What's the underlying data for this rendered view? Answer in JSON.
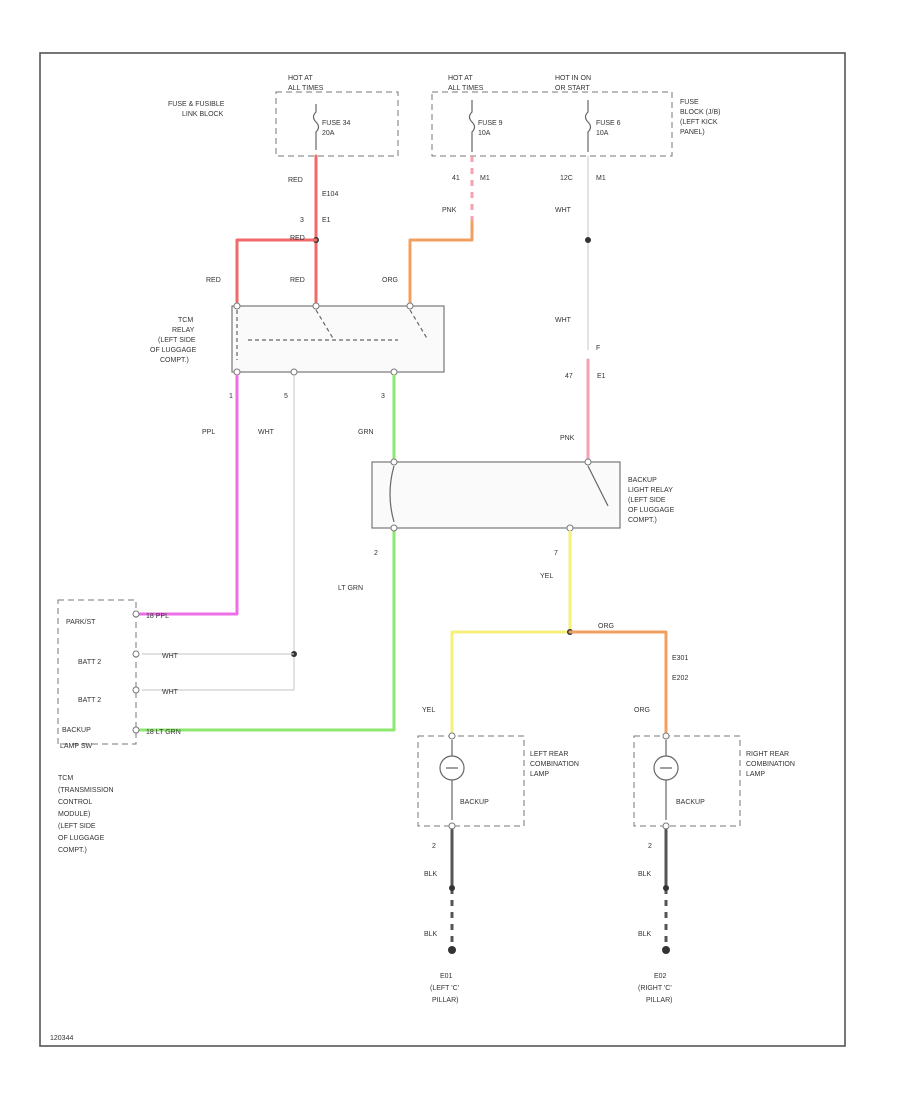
{
  "colors": {
    "red": "#f06a6a",
    "pink": "#f6a0b0",
    "orange": "#f0a060",
    "purple": "#ee6ee8",
    "green": "#8ee870",
    "yellow": "#f4f07a",
    "white_wire": "#d0d0d0",
    "black": "#333333"
  },
  "power": {
    "hot1_line1": "HOT AT",
    "hot1_line2": "ALL TIMES",
    "hot2_line1": "HOT AT",
    "hot2_line2": "ALL TIMES",
    "hot3_line1": "HOT IN ON",
    "hot3_line2": "OR START"
  },
  "fuse_block_left": {
    "name_line1": "FUSE & FUSIBLE",
    "name_line2": "LINK BLOCK",
    "fuse_line1": "FUSE 34",
    "fuse_line2": "20A"
  },
  "fuse_block_right": {
    "name_line1": "FUSE",
    "name_line2": "BLOCK (J/B)",
    "name_line3": "(LEFT KICK",
    "name_line4": "PANEL)",
    "fuse1_line1": "FUSE 9",
    "fuse1_line2": "10A",
    "fuse2_line1": "FUSE 6",
    "fuse2_line2": "10A"
  },
  "wires": {
    "red1": "RED",
    "connector1": "E104",
    "pin3_e1": "3",
    "e1": "E1",
    "red_top": "RED",
    "red_left": "RED",
    "red_mid": "RED",
    "org_top": "ORG",
    "pin41": "41",
    "m1": "M1",
    "pnk": "PNK",
    "pin12c": "12C",
    "m1b": "M1",
    "wht_top": "WHT",
    "wht_mid": "WHT",
    "pin_f": "F",
    "pin47": "47",
    "e1b": "E1",
    "pnk2": "PNK",
    "ppl": "PPL",
    "wht_relay": "WHT",
    "grn": "GRN",
    "pin1": "1",
    "pin5": "5",
    "pin3b": "3",
    "pin2": "2",
    "lt_grn": "LT GRN",
    "pin7": "7",
    "yel": "YEL",
    "org_mid": "ORG",
    "e301": "E301",
    "e202": "E202",
    "org_low": "ORG",
    "yel_low": "YEL",
    "pin_l2": "2",
    "pin_r2": "2",
    "blk1": "BLK",
    "blk2": "BLK",
    "blk3": "BLK",
    "blk4": "BLK",
    "tcm_ppl": "18 PPL",
    "tcm_wht1": "WHT",
    "tcm_wht2": "WHT",
    "tcm_ltgrn": "18 LT GRN"
  },
  "tcm_relay": {
    "line1": "TCM",
    "line2": "RELAY",
    "line3": "(LEFT SIDE",
    "line4": "OF LUGGAGE",
    "line5": "COMPT.)"
  },
  "backup_relay": {
    "line1": "BACKUP",
    "line2": "LIGHT RELAY",
    "line3": "(LEFT SIDE",
    "line4": "OF LUGGAGE",
    "line5": "COMPT.)"
  },
  "tcm_module": {
    "pin1": "PARK/ST",
    "pin2": "BATT 2",
    "pin3": "BATT 2",
    "pin4_line1": "BACKUP",
    "pin4_line2": "LAMP SW",
    "name_line1": "TCM",
    "name_line2": "(TRANSMISSION",
    "name_line3": "CONTROL",
    "name_line4": "MODULE)",
    "name_line5": "(LEFT SIDE",
    "name_line6": "OF LUGGAGE",
    "name_line7": "COMPT.)"
  },
  "lamps": {
    "left_line1": "LEFT REAR",
    "left_line2": "COMBINATION",
    "left_line3": "LAMP",
    "left_label": "BACKUP",
    "right_line1": "RIGHT REAR",
    "right_line2": "COMBINATION",
    "right_line3": "LAMP",
    "right_label": "BACKUP"
  },
  "grounds": {
    "left_line1": "E01",
    "left_line2": "(LEFT 'C'",
    "left_line3": "PILLAR)",
    "right_line1": "E02",
    "right_line2": "(RIGHT 'C'",
    "right_line3": "PILLAR)"
  },
  "footer": {
    "code": "120344"
  }
}
